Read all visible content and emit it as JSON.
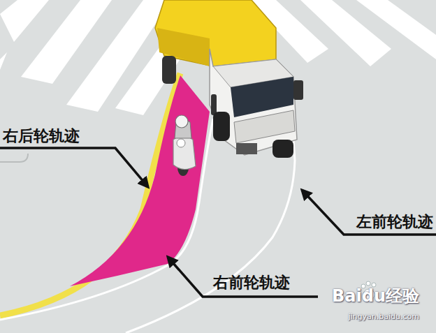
{
  "diagram": {
    "labels": [
      "右后轮轨迹",
      "右前轮轨迹",
      "左前轮轨迹",
      "Baidu经验",
      "jingyan.baidu.com"
    ]
  }
}
